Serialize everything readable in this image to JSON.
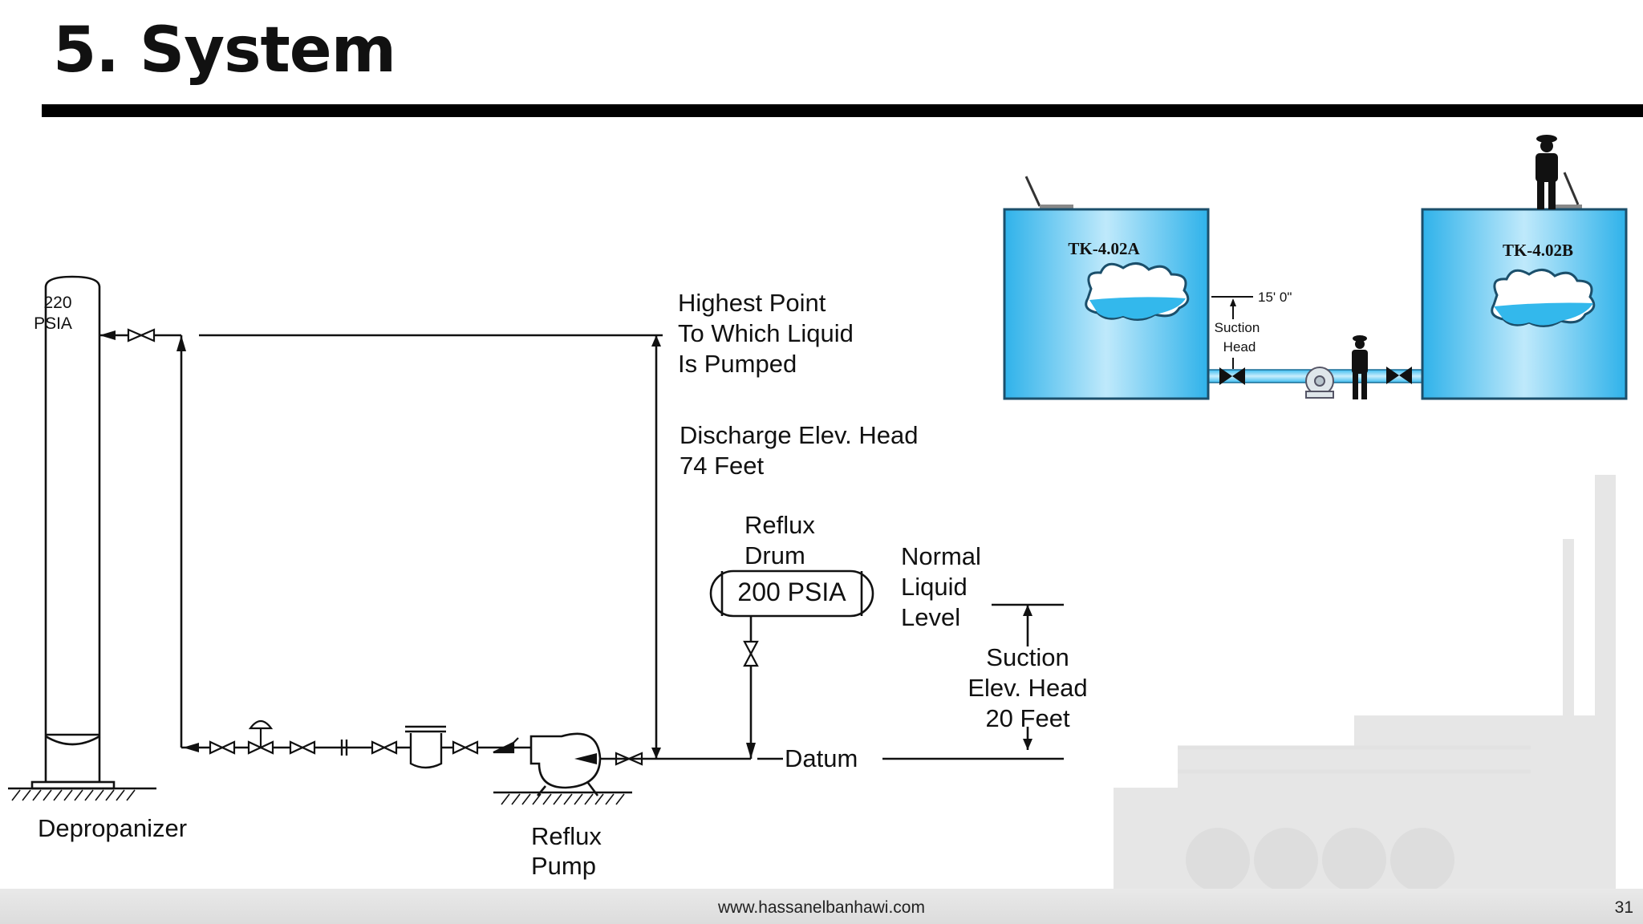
{
  "slide": {
    "title": "5. System",
    "footer_url": "www.hassanelbanhawi.com",
    "page_number": "31"
  },
  "column": {
    "pressure_line1": "220",
    "pressure_line2": "PSIA",
    "name": "Depropanizer"
  },
  "pump": {
    "name_line1": "Reflux",
    "name_line2": "Pump"
  },
  "drum": {
    "name_line1": "Reflux",
    "name_line2": "Drum",
    "pressure": "200 PSIA"
  },
  "labels": {
    "highest_point": [
      "Highest Point",
      "To Which Liquid",
      "Is Pumped"
    ],
    "discharge_head": [
      "Discharge Elev. Head",
      "74 Feet"
    ],
    "normal_level": [
      "Normal",
      "Liquid",
      "Level"
    ],
    "suction_head": [
      "Suction",
      "Elev. Head",
      "20 Feet"
    ],
    "datum": "Datum"
  },
  "tanks": {
    "tank_a": "TK-4.02A",
    "tank_b": "TK-4.02B",
    "height_label": "15' 0\"",
    "suction_label_line1": "Suction",
    "suction_label_line2": "Head",
    "tank_color": "#33b8ec"
  }
}
